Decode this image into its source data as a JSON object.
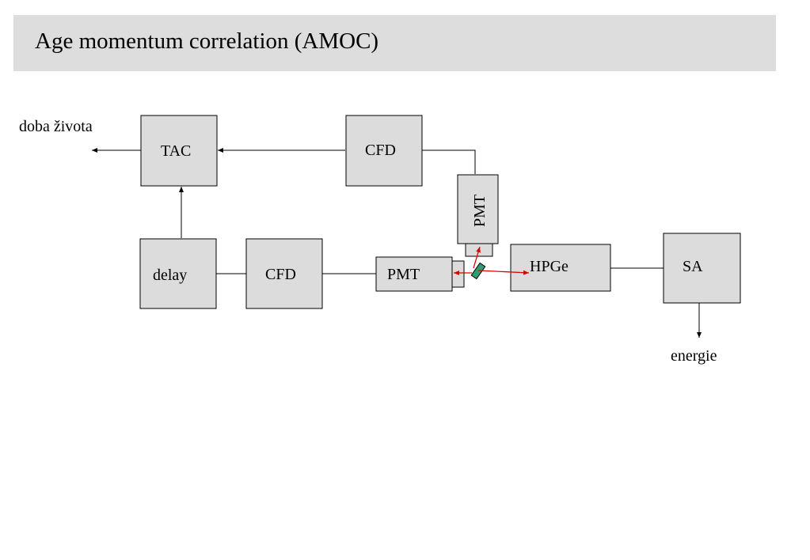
{
  "title": "Age momentum correlation (AMOC)",
  "diagram": {
    "labels": {
      "tac": "TAC",
      "cfd_top": "CFD",
      "pmt_vertical": "PMT",
      "delay": "delay",
      "cfd_bottom": "CFD",
      "pmt_horizontal": "PMT",
      "hpge": "HPGe",
      "sa": "SA",
      "output_lifetime": "doba života",
      "output_energy": "energie"
    },
    "colors": {
      "box_fill": "#dcdcdc",
      "title_bar": "#dddddd",
      "gamma_arrows": "#e00000",
      "source": "#2e9e6e"
    }
  }
}
